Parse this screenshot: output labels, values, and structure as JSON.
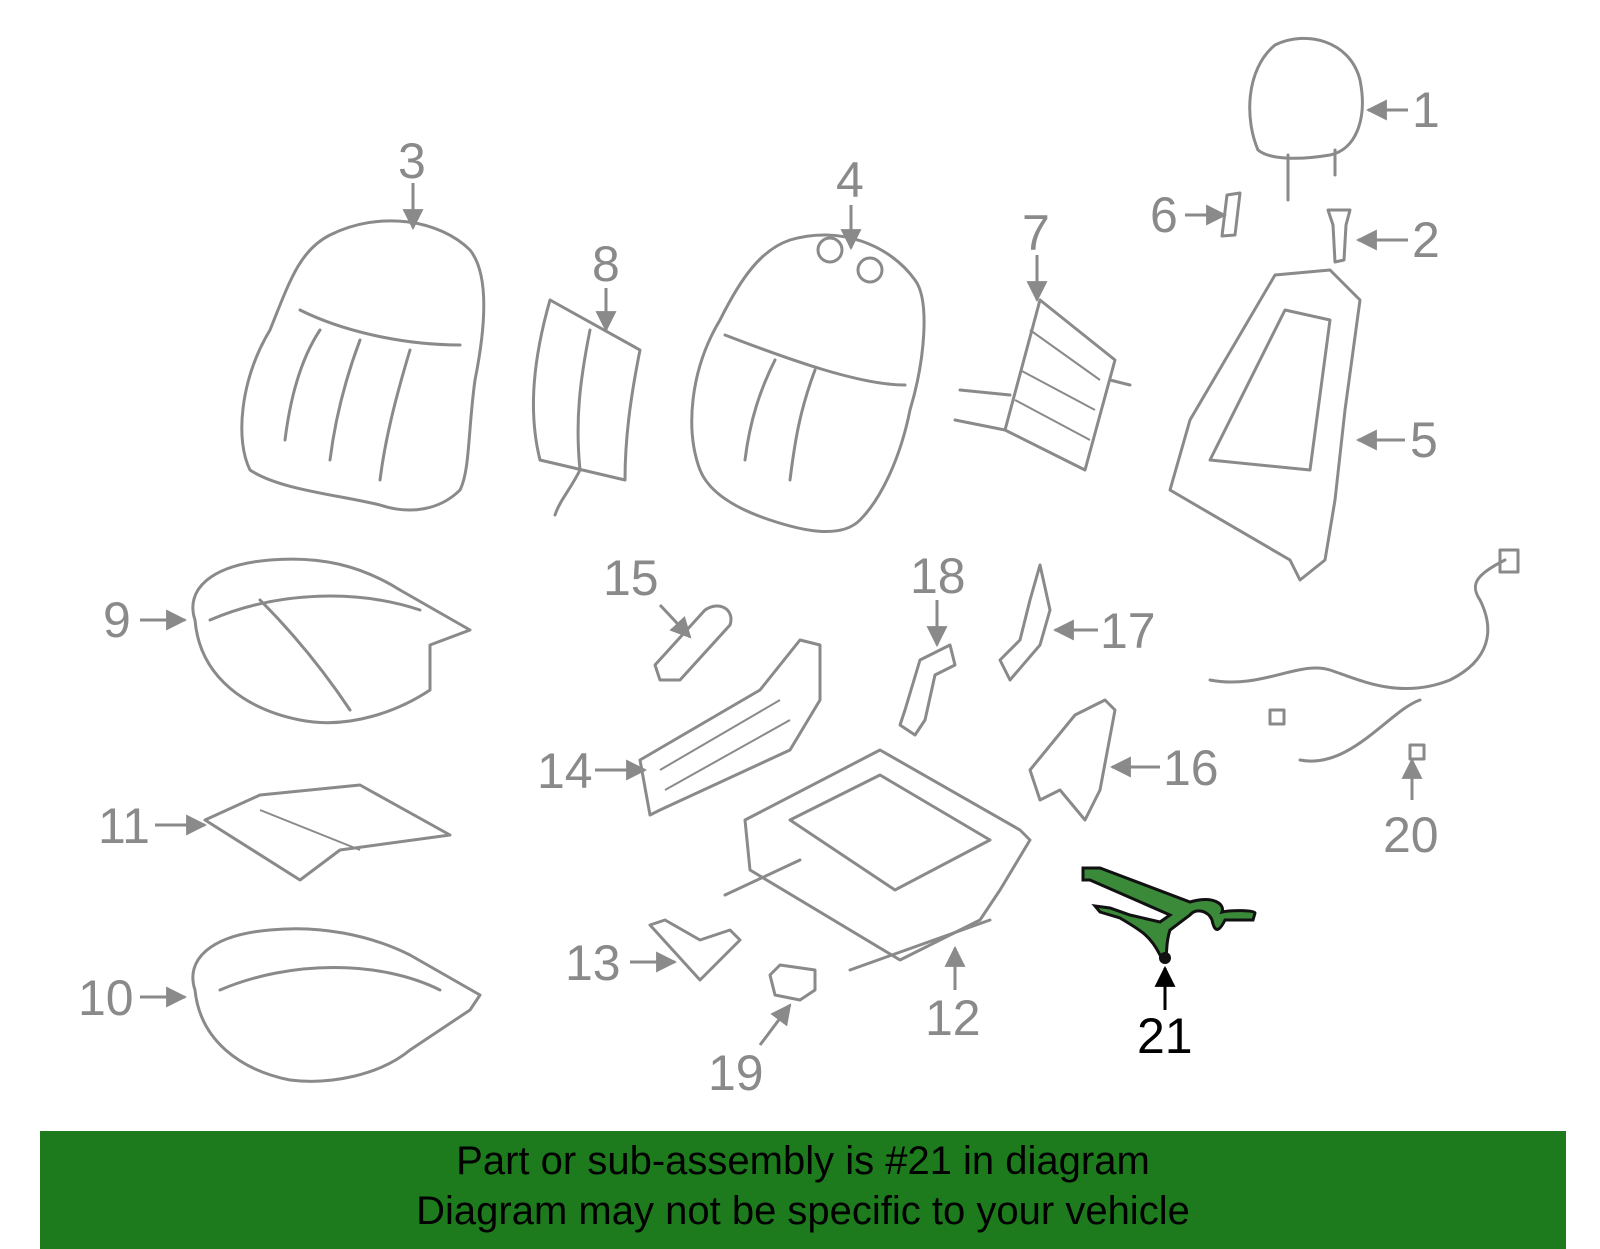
{
  "callouts": {
    "c1": "1",
    "c2": "2",
    "c3": "3",
    "c4": "4",
    "c5": "5",
    "c6": "6",
    "c7": "7",
    "c8": "8",
    "c9": "9",
    "c10": "10",
    "c11": "11",
    "c12": "12",
    "c13": "13",
    "c14": "14",
    "c15": "15",
    "c16": "16",
    "c17": "17",
    "c18": "18",
    "c19": "19",
    "c20": "20",
    "c21": "21"
  },
  "highlight_color": "#1d7a1d",
  "banner": {
    "line1": "Part or sub-assembly is #21 in diagram",
    "line2": "Diagram may not be specific to your vehicle"
  }
}
